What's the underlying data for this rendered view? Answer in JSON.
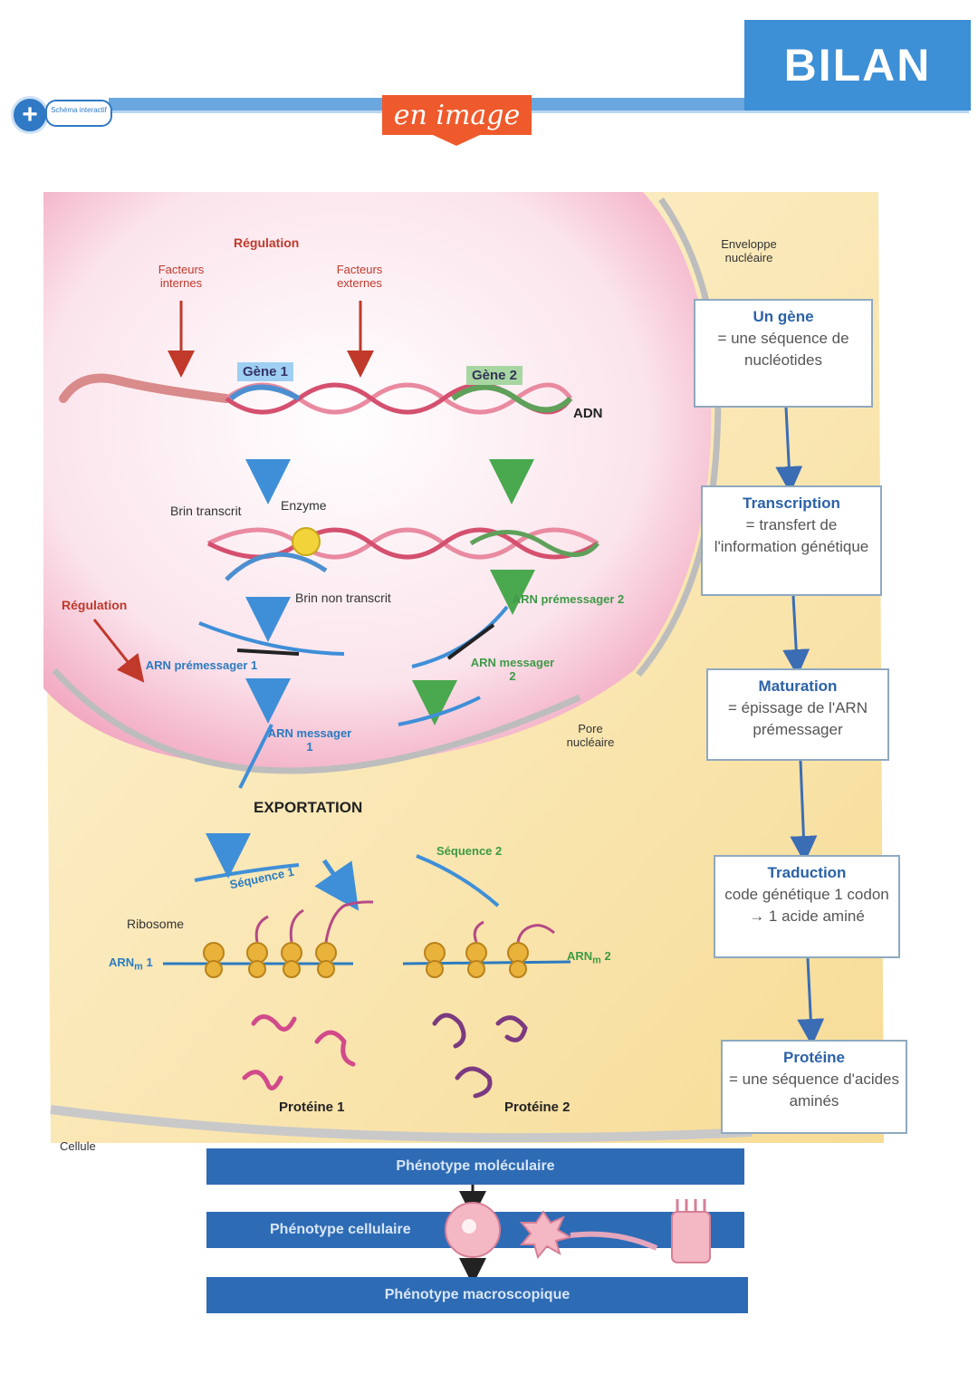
{
  "header": {
    "bilan": "BILAN",
    "en_image": "en image",
    "schema_badge": "Schéma interactif"
  },
  "diagram": {
    "regulation_top": "Régulation",
    "facteurs_internes": "Facteurs internes",
    "facteurs_externes": "Facteurs externes",
    "gene1": "Gène 1",
    "gene2": "Gène 2",
    "adn": "ADN",
    "enveloppe": "Enveloppe nucléaire",
    "brin_transcrit": "Brin transcrit",
    "enzyme": "Enzyme",
    "brin_non_transcrit": "Brin non transcrit",
    "regulation_left": "Régulation",
    "arn_pre2": "ARN prémessager 2",
    "arn_pre1": "ARN prémessager 1",
    "arn_m2": "ARN messager 2",
    "arn_m1": "ARN messager 1",
    "pore": "Pore nucléaire",
    "exportation": "EXPORTATION",
    "sequence1": "Séquence 1",
    "sequence2": "Séquence 2",
    "ribosome": "Ribosome",
    "arnm1": "ARN",
    "arnm1_sub": "m",
    "arnm1_num": "1",
    "arnm2": "ARN",
    "arnm2_sub": "m",
    "arnm2_num": "2",
    "proteine1": "Protéine 1",
    "proteine2": "Protéine 2",
    "cellule": "Cellule"
  },
  "summary": [
    {
      "title": "Un gène",
      "text": "= une séquence de nucléotides"
    },
    {
      "title": "Transcription",
      "text": "= transfert de l'information génétique"
    },
    {
      "title": "Maturation",
      "text": "= épissage de l'ARN prémessager"
    },
    {
      "title": "Traduction",
      "text": "code génétique 1 codon → 1 acide aminé"
    },
    {
      "title": "Protéine",
      "text": "= une séquence d'acides aminés"
    }
  ],
  "phenotypes": {
    "moleculaire": "Phénotype moléculaire",
    "cellulaire": "Phénotype cellulaire",
    "macroscopique": "Phénotype macroscopique"
  },
  "colors": {
    "accent_blue": "#3d8fd6",
    "orange": "#ef5a2c",
    "nucleus_pink": "#f6c9d9",
    "cytoplasm": "#f8e3a8",
    "band_blue": "#2e6bb5"
  }
}
